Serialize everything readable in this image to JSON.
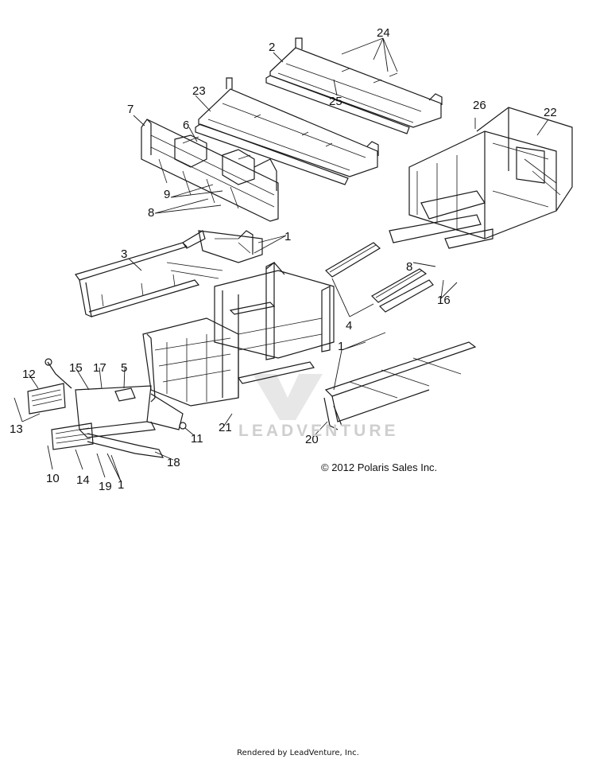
{
  "diagram": {
    "labels": [
      "1",
      "1",
      "1",
      "2",
      "3",
      "4",
      "5",
      "6",
      "7",
      "8",
      "8",
      "9",
      "10",
      "11",
      "12",
      "13",
      "14",
      "15",
      "16",
      "17",
      "18",
      "19",
      "20",
      "21",
      "22",
      "23",
      "24",
      "25",
      "26"
    ],
    "copyright": "© 2012 Polaris Sales Inc.",
    "watermark": "LEADVENTURE",
    "footer": "Rendered by LeadVenture, Inc."
  }
}
